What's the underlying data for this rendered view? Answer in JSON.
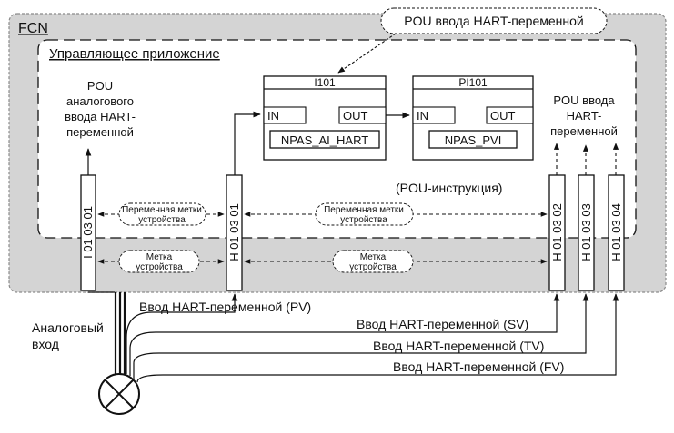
{
  "frame": {
    "outer_label": "FCN",
    "inner_label": "Управляющее приложение",
    "callout": "POU ввода  HART-переменной",
    "instruction_note": "(POU-инструкция)"
  },
  "blocks": [
    {
      "name": "I101",
      "in": "IN",
      "out": "OUT",
      "type": "NPAS_AI_HART"
    },
    {
      "name": "PI101",
      "in": "IN",
      "out": "OUT",
      "type": "NPAS_PVI"
    }
  ],
  "left_pou": [
    "POU",
    "аналогового",
    "ввода HART-",
    "переменной"
  ],
  "right_pou": [
    "POU ввода",
    "HART-",
    "переменной"
  ],
  "channels": [
    {
      "label": "I 01 03 01"
    },
    {
      "label": "H 01 03 01"
    },
    {
      "label": "H 01 03 02"
    },
    {
      "label": "H 01 03 03"
    },
    {
      "label": "H 01 03 04"
    }
  ],
  "bubbles": {
    "tag_var_1": [
      "Переменная метки",
      "устройства"
    ],
    "tag_var_2": [
      "Переменная метки",
      "устройства"
    ],
    "tag_1": [
      "Метка",
      "устройства"
    ],
    "tag_2": [
      "Метка",
      "устройства"
    ]
  },
  "inputs": {
    "analog": [
      "Аналоговый",
      "вход"
    ],
    "pv": "Ввод HART-переменной (PV)",
    "sv": "Ввод HART-переменной (SV)",
    "tv": "Ввод HART-переменной (TV)",
    "fv": "Ввод HART-переменной (FV)"
  }
}
